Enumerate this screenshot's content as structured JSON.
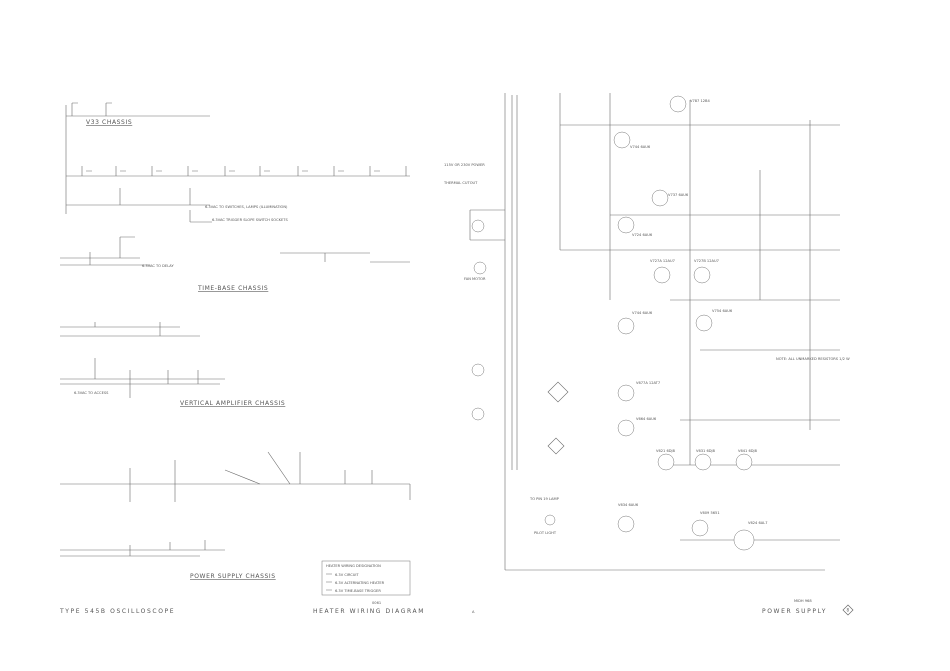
{
  "heater_wiring": {
    "chassis_titles": [
      "V33 CHASSIS",
      "TIME-BASE CHASSIS",
      "VERTICAL AMPLIFIER CHASSIS",
      "POWER SUPPLY CHASSIS"
    ],
    "legend_title": "HEATER WIRING DESIGNATION",
    "legend_items": [
      "6.3V CIRCUIT",
      "6.3V ALTERNATING HEATER",
      "6.3V TIME-BASE TRIGGER"
    ],
    "notes": [
      "6.3VAC TO SWITCHES, LAMPS (ILLUMINATION)",
      "6.3VAC TRIGGER SLOPE SWITCH SOCKETS",
      "6.3VAC TO DELAY",
      "6.3VAC TO ACCESS"
    ]
  },
  "power_supply": {
    "tube_labels": [
      "V787 12B4",
      "V744 6AU6",
      "V737 6AU6",
      "V724 6AU6",
      "V727A 12AU7",
      "V727B 12AU7",
      "V744 6AU6",
      "V754 6AU6",
      "V677A 12AT7",
      "V664 6AU6",
      "V621 6DJ8",
      "V631 6DJ8",
      "V641 6DJ8",
      "V634 6AU6",
      "V609 5651",
      "V624 6AL7"
    ],
    "notes": [
      "NOTE: ALL UNMARKED RESISTORS 1/2 W",
      "115V OR 230V POWER",
      "PILOT LIGHT",
      "TO PIN 19 LAMP",
      "THERMAL CUTOUT",
      "FAN MOTOR"
    ]
  },
  "footer": {
    "left": "TYPE 545B OSCILLOSCOPE",
    "middle_small": "0061",
    "middle": "HEATER WIRING DIAGRAM",
    "page_mark": "A",
    "right_small": "MIDH 968",
    "right": "POWER SUPPLY",
    "right_badge": "8"
  }
}
